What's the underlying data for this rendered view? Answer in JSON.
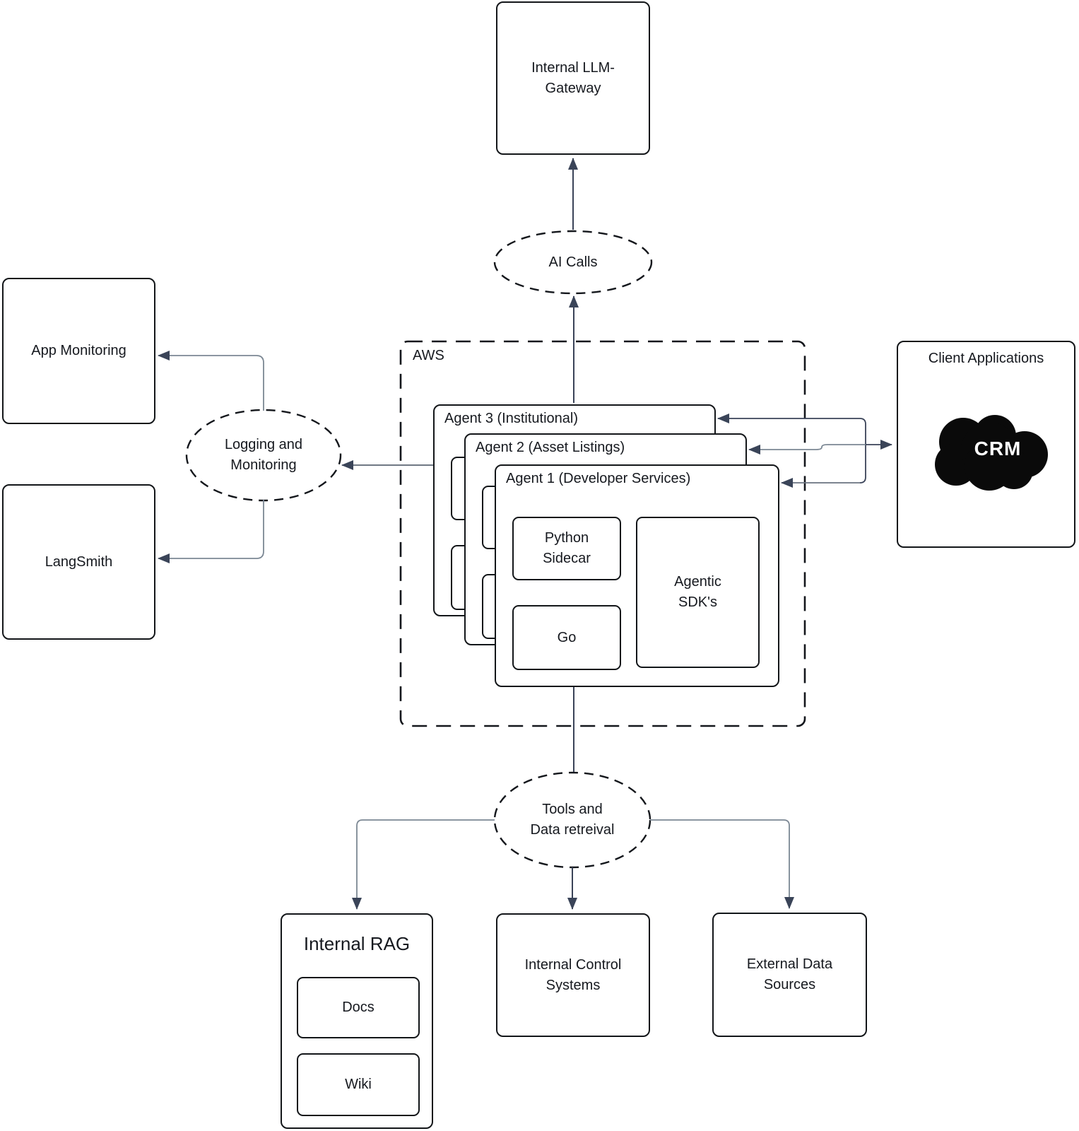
{
  "nodes": {
    "llm_gateway": {
      "label": "Internal LLM-Gateway"
    },
    "ai_calls": {
      "label": "AI Calls"
    },
    "aws": {
      "label": "AWS"
    },
    "agent3": {
      "label": "Agent 3 (Institutional)"
    },
    "agent2": {
      "label": "Agent 2 (Asset Listings)"
    },
    "agent1": {
      "label": "Agent 1 (Developer Services)"
    },
    "python_sidecar": {
      "label": "Python Sidecar"
    },
    "go": {
      "label": "Go"
    },
    "agentic_sdks": {
      "label": "Agentic SDK's"
    },
    "app_monitoring": {
      "label": "App Monitoring"
    },
    "logging_monitoring": {
      "label": "Logging and Monitoring"
    },
    "langsmith": {
      "label": "LangSmith"
    },
    "client_applications": {
      "label": "Client Applications"
    },
    "crm": {
      "label": "CRM"
    },
    "tools_data": {
      "label": "Tools and Data retreival"
    },
    "internal_rag": {
      "label": "Internal RAG"
    },
    "docs": {
      "label": "Docs"
    },
    "wiki": {
      "label": "Wiki"
    },
    "internal_control": {
      "label": "Internal Control Systems"
    },
    "external_data": {
      "label": "External Data Sources"
    }
  },
  "edges": [
    {
      "from": "agent3",
      "to": "ai_calls",
      "arrow": "to"
    },
    {
      "from": "ai_calls",
      "to": "llm_gateway",
      "arrow": "to"
    },
    {
      "from": "aws",
      "to": "logging_monitoring",
      "arrow": "to"
    },
    {
      "from": "logging_monitoring",
      "to": "app_monitoring",
      "arrow": "to"
    },
    {
      "from": "logging_monitoring",
      "to": "langsmith",
      "arrow": "to"
    },
    {
      "from": "client_applications",
      "to": "agent3",
      "arrow": "to"
    },
    {
      "from": "agent2",
      "to": "client_applications",
      "arrow": "both"
    },
    {
      "from": "client_applications",
      "to": "agent1",
      "arrow": "to"
    },
    {
      "from": "agent1",
      "to": "tools_data",
      "arrow": "none"
    },
    {
      "from": "tools_data",
      "to": "internal_rag",
      "arrow": "to"
    },
    {
      "from": "tools_data",
      "to": "internal_control",
      "arrow": "to"
    },
    {
      "from": "tools_data",
      "to": "external_data",
      "arrow": "to"
    }
  ],
  "colors": {
    "background": "#ffffff",
    "box_border": "#131619",
    "text": "#16191f",
    "connector_dark": "#3a4358",
    "connector_gray": "#7c8894",
    "connector_medium": "#5c6572",
    "arrowhead": "#3a4458",
    "cloud_fill": "#0a0a0a",
    "crm_text": "#ffffff"
  }
}
